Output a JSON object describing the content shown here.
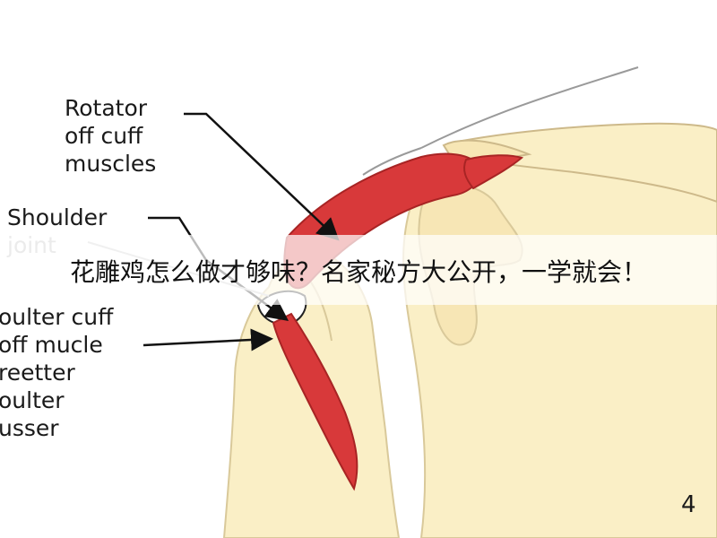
{
  "labels": {
    "rotator_lines": [
      "Rotator",
      "off cuff",
      "muscles"
    ],
    "shoulder_lines": [
      "Shoulder",
      "joint"
    ],
    "lower_lines": [
      "oulter cuff",
      "off mucle",
      "reetter",
      "oulter",
      "usser"
    ]
  },
  "banner": {
    "title": "花雕鸡怎么做才够味？名家秘方大公开，一学就会！"
  },
  "page_number": "4",
  "colors": {
    "bone": "#faefc6",
    "bone_edge": "#d9c99a",
    "muscle": "#d8393a",
    "muscle_dark": "#a82424",
    "skin_outline": "#9a9a9a",
    "text": "#1a1a1a"
  }
}
